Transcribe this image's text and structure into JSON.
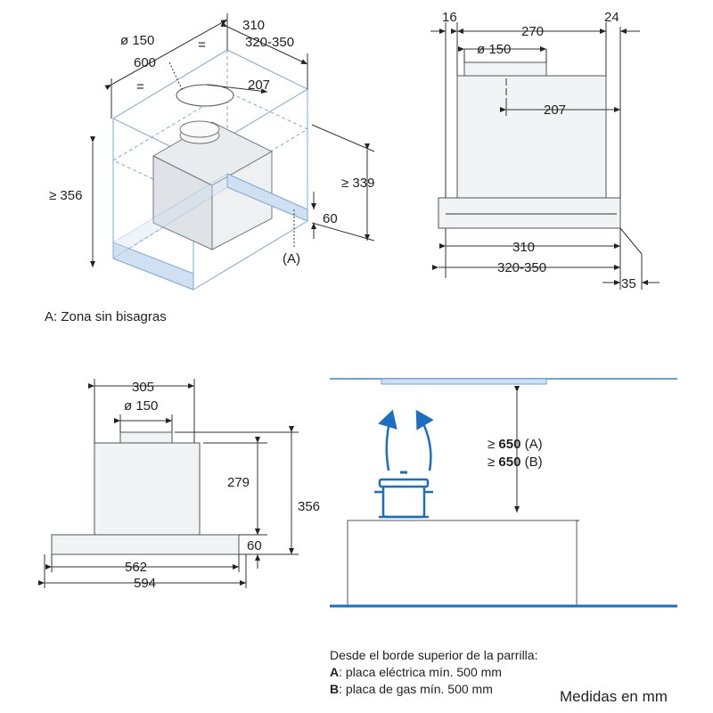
{
  "iso": {
    "d310": "310",
    "d320_350": "320-350",
    "d150": "ø 150",
    "d600": "600",
    "eq1": "=",
    "eq2": "=",
    "d207": "207",
    "d356": "≥ 356",
    "d339": "≥ 339",
    "d60": "60",
    "label_a": "(A)"
  },
  "side": {
    "d16": "16",
    "d270": "270",
    "d24": "24",
    "d150": "ø 150",
    "d207": "207",
    "d310": "310",
    "d320_350": "320-350",
    "d35": "35"
  },
  "note_a": "A: Zona sin bisagras",
  "front": {
    "d305": "305",
    "d150": "ø 150",
    "d279": "279",
    "d356": "356",
    "d60": "60",
    "d562": "562",
    "d594": "594"
  },
  "install": {
    "line_a_value": "650",
    "line_a_suffix": " (A)",
    "line_b_value": "650",
    "line_b_suffix": " (B)",
    "ge": "≥ "
  },
  "caption": {
    "title": "Desde el borde superior de la parrilla:",
    "a_letter": "A",
    "a_text": ": placa eléctrica mín. 500 mm",
    "b_letter": "B",
    "b_text": ": placa de gas mín. 500 mm"
  },
  "units": "Medidas en mm"
}
